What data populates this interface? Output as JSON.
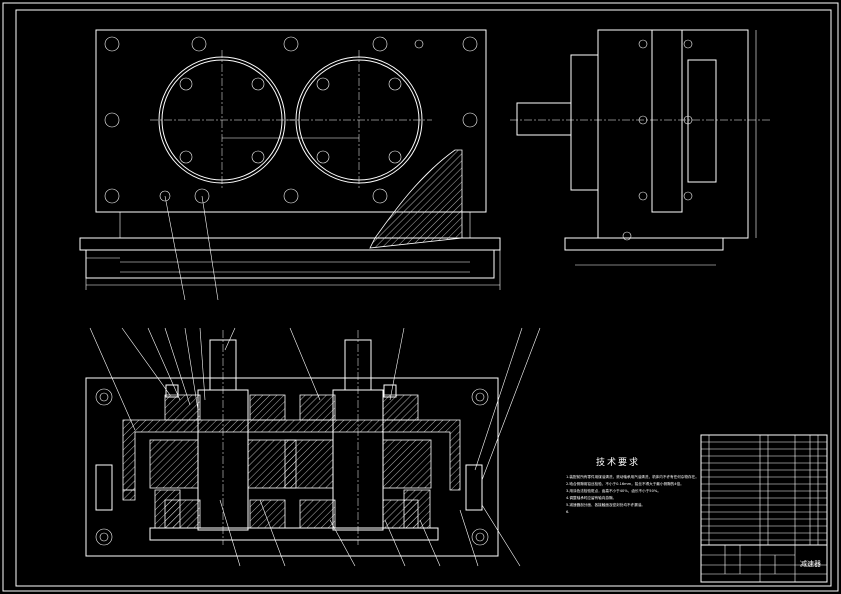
{
  "technical_requirements": {
    "title": "技术要求",
    "lines": [
      "1.装配前所有零件用煤油清洗，滚动轴承用汽油清洗，机体内不许有任何杂物存在。",
      "2.啮合侧隙用铅丝检验，不小于0.16mm，铅丝不得大于最小侧隙的4倍。",
      "3.用涂色法检验斑点，齿高不小于40%，齿长不小于50%。",
      "4.调整轴承时应留有轴向游隙。",
      "5.减速器剖分面、各接触面及密封处均不许漏油。",
      "6."
    ]
  },
  "title_block": {
    "drawing_name": "减速器"
  },
  "colors": {
    "background": "#000000",
    "line": "#ffffff"
  }
}
